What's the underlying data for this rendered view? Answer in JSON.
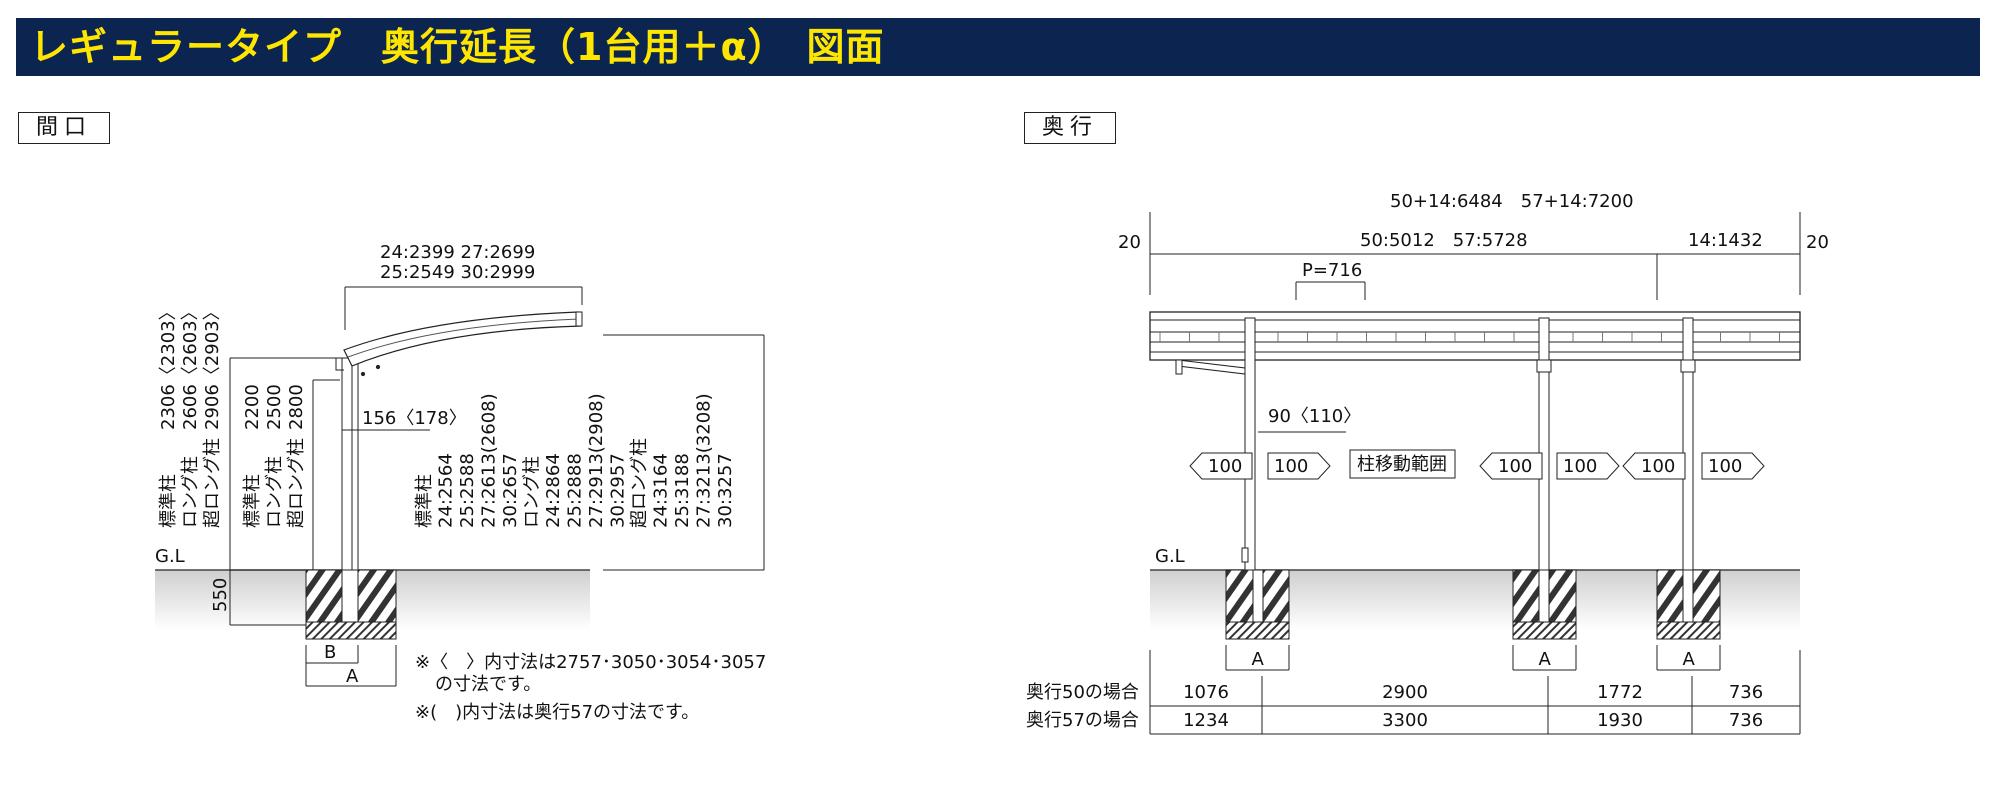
{
  "header": {
    "title": "レギュラータイプ　奥行延長（1台用＋α）　図面"
  },
  "section_labels": {
    "front": "間口",
    "depth": "奥行"
  },
  "front": {
    "width_top_1": "24:2399   27:2699",
    "width_top_2": "25:2549   30:2999",
    "col_height_labels": [
      "2306〈2303〉",
      "2606〈2603〉",
      "2906〈2903〉"
    ],
    "col_type_labels": [
      "標準柱",
      "ロング柱",
      "超ロング柱"
    ],
    "col_height_labels2": [
      "2200",
      "2500",
      "2800"
    ],
    "col_type_labels2": [
      "標準柱",
      "ロング柱",
      "超ロング柱"
    ],
    "offset_label": "156〈178〉",
    "total_heights": [
      "標準柱",
      "24:2564",
      "25:2588",
      "27:2613(2608)",
      "30:2657",
      "ロング柱",
      "24:2864",
      "25:2888",
      "27:2913(2908)",
      "30:2957",
      "超ロング柱",
      "24:3164",
      "25:3188",
      "27:3213(3208)",
      "30:3257"
    ],
    "gl": "G.L",
    "depth_550": "550",
    "b": "B",
    "a": "A",
    "note1_a": "※〈　〉内寸法は2757･3050･3054･3057",
    "note1_b": "の寸法です。",
    "note2": "※(　)内寸法は奥行57の寸法です。"
  },
  "depth": {
    "overall": "50+14:6484　57+14:7200",
    "left_20": "20",
    "right_20": "20",
    "main_len": "50:5012　57:5728",
    "ext_len": "14:1432",
    "pitch": "P=716",
    "col_width": "90〈110〉",
    "move_range": "柱移動範囲",
    "arrows": [
      "100",
      "100",
      "100",
      "100",
      "100",
      "100"
    ],
    "gl": "G.L",
    "footings": [
      "A",
      "A",
      "A"
    ],
    "table_rows": [
      {
        "label": "奥行50の場合",
        "values": [
          "1076",
          "2900",
          "1772",
          "736"
        ]
      },
      {
        "label": "奥行57の場合",
        "values": [
          "1234",
          "3300",
          "1930",
          "736"
        ]
      }
    ]
  }
}
